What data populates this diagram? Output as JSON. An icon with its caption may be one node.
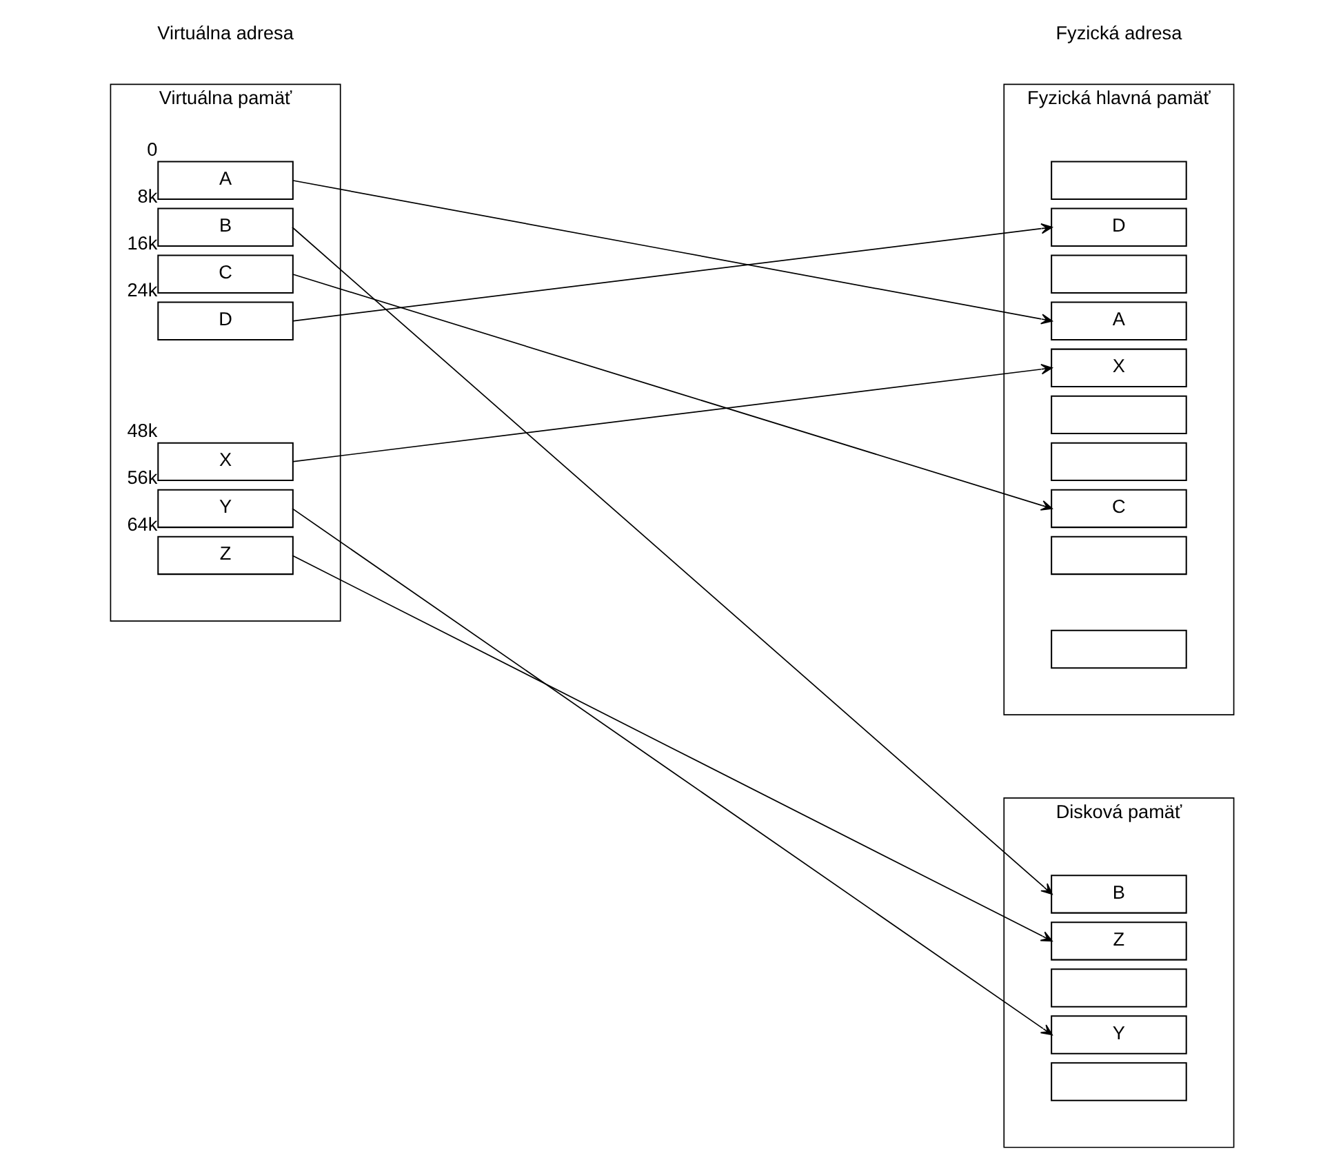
{
  "diagram": {
    "nodes": [
      {
        "text": [
          "Virtuálna pamäť"
        ]
      },
      {
        "text": [
          "A"
        ],
        "in": 0,
        "beside": [
          "0"
        ]
      },
      {
        "text": [
          "B"
        ],
        "in": 0,
        "beside": [
          "8k"
        ]
      },
      {
        "text": [
          "C"
        ],
        "in": 0,
        "beside": [
          "16k"
        ]
      },
      {
        "text": [
          "D"
        ],
        "in": 0,
        "beside": [
          "24k"
        ]
      },
      {
        "text": [
          "X"
        ],
        "in": 0,
        "beside": [
          "48k"
        ]
      },
      {
        "text": [
          "Y"
        ],
        "in": 0,
        "beside": [
          "56k"
        ]
      },
      {
        "text": [
          "Z"
        ],
        "in": 0,
        "beside": [
          "64k"
        ]
      },
      {
        "text": [
          "Fyzická hlavná pamäť"
        ]
      },
      {
        "text": [],
        "shape": "box",
        "in": 8
      },
      {
        "text": [
          "D"
        ],
        "in": 8
      },
      {
        "text": [],
        "shape": "box",
        "in": 8
      },
      {
        "text": [
          "A"
        ],
        "in": 8
      },
      {
        "text": [
          "X"
        ],
        "in": 8
      },
      {
        "text": [],
        "shape": "box",
        "in": 8
      },
      {
        "text": [],
        "shape": "box",
        "in": 8
      },
      {
        "text": [
          "C"
        ],
        "in": 8
      },
      {
        "text": [],
        "shape": "box",
        "in": 8
      },
      {
        "text": [],
        "shape": "box",
        "in": 8
      },
      {
        "text": [
          "Disková pamäť"
        ]
      },
      {
        "text": [
          "B"
        ],
        "in": 19
      },
      {
        "text": [
          "Z"
        ],
        "in": 19
      },
      {
        "text": [],
        "shape": "box",
        "in": 19
      },
      {
        "text": [
          "Y"
        ],
        "in": 19
      },
      {
        "text": [],
        "shape": "box",
        "in": 19
      }
    ],
    "edges": [
      {
        "from": 1,
        "to": 12,
        "arrow": "to"
      },
      {
        "from": 2,
        "to": 20,
        "arrow": "to"
      },
      {
        "from": 3,
        "to": 16,
        "arrow": "to"
      },
      {
        "from": 4,
        "to": 10,
        "arrow": "to"
      },
      {
        "from": 5,
        "to": 13,
        "arrow": "to"
      },
      {
        "from": 6,
        "to": 23,
        "arrow": "to"
      },
      {
        "from": 7,
        "to": 21,
        "arrow": "to"
      }
    ],
    "labels": [
      "Virtuálna adresa",
      "Fyzická adresa"
    ]
  }
}
